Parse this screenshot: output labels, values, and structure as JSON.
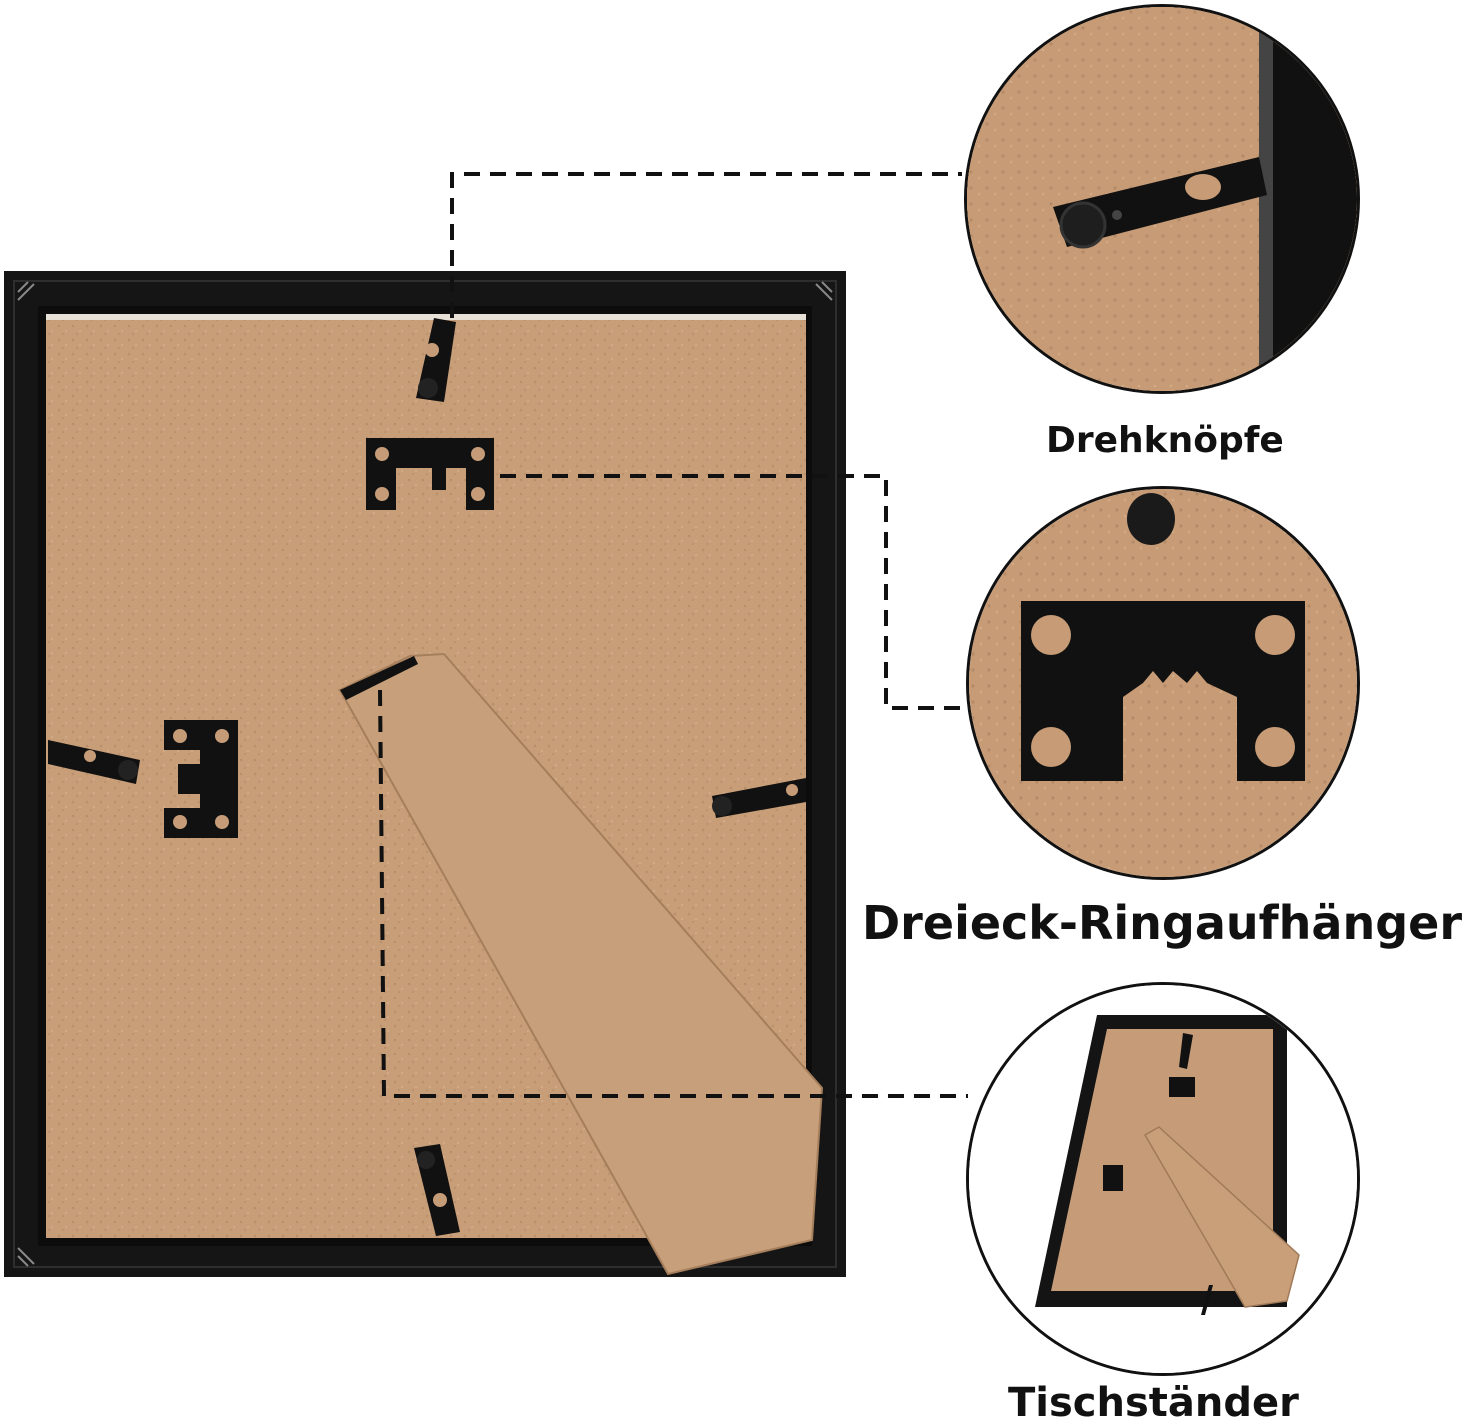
{
  "labels": {
    "top": "Drehknöpfe",
    "middle": "Dreieck-Ringaufhänger",
    "bottom": "Tischständer"
  },
  "colors": {
    "frame": "#141414",
    "board": "#c69c78",
    "board_dark": "#b68b67",
    "metal": "#111111",
    "dash": "#111111"
  }
}
